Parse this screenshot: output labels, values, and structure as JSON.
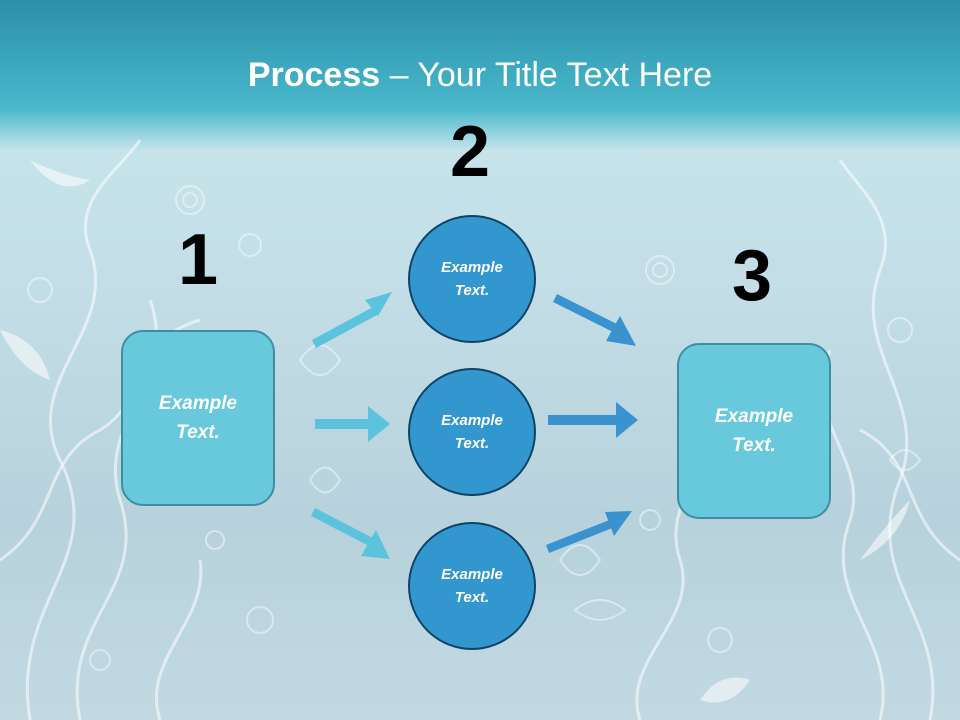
{
  "slide": {
    "title_bold": "Process",
    "title_rest": " – Your Title Text Here"
  },
  "steps": {
    "step1": {
      "number": "1",
      "line1": "Example",
      "line2": "Text."
    },
    "step2": {
      "number": "2"
    },
    "step3": {
      "number": "3",
      "line1": "Example",
      "line2": "Text."
    }
  },
  "circles": [
    {
      "line1": "Example",
      "line2": "Text."
    },
    {
      "line1": "Example",
      "line2": "Text."
    },
    {
      "line1": "Example",
      "line2": "Text."
    }
  ],
  "colors": {
    "box_fill": "#68c9dc",
    "circle_fill": "#3397cf",
    "left_arrow": "#5cc3dc",
    "right_arrow": "#3a93cf"
  }
}
